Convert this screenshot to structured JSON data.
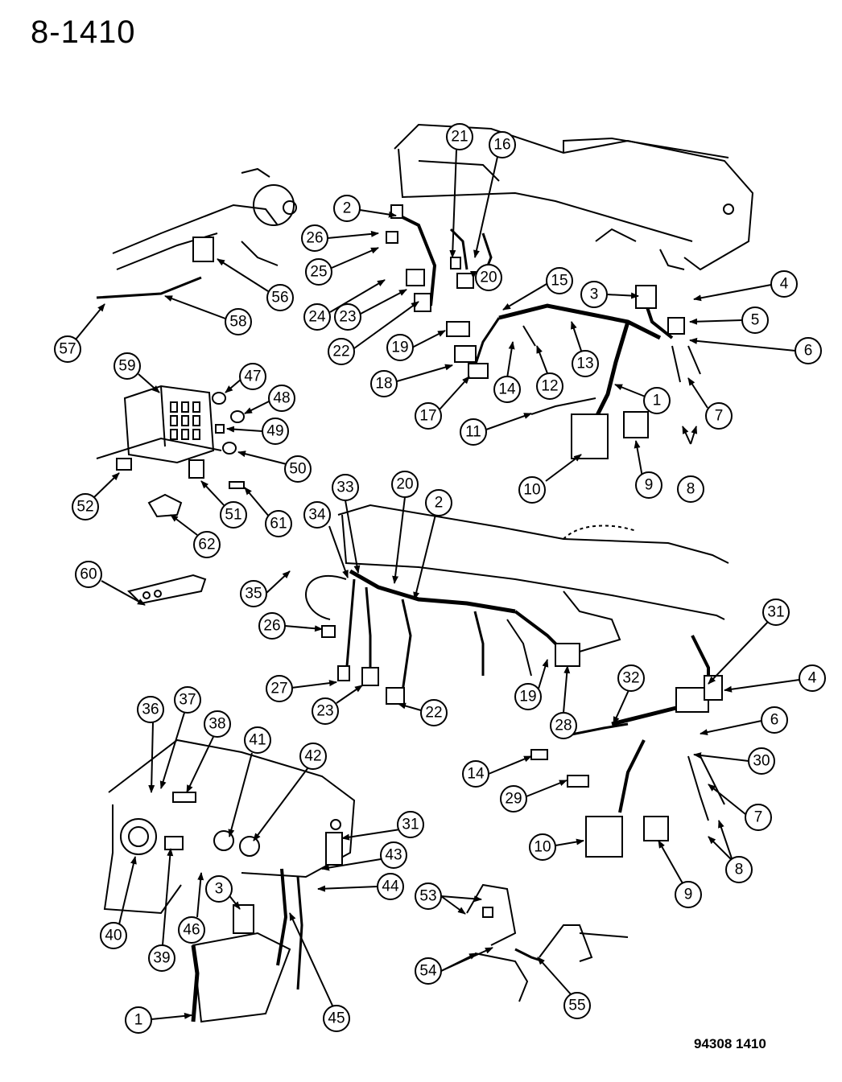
{
  "header": {
    "page_number": "8-1410"
  },
  "footer": {
    "figure_code": "94308  1410"
  },
  "callouts": [
    "1",
    "2",
    "3",
    "4",
    "5",
    "6",
    "7",
    "8",
    "9",
    "10",
    "11",
    "12",
    "13",
    "14",
    "15",
    "16",
    "17",
    "18",
    "19",
    "20",
    "21",
    "22",
    "23",
    "24",
    "25",
    "26",
    "27",
    "28",
    "29",
    "30",
    "31",
    "32",
    "33",
    "34",
    "35",
    "36",
    "37",
    "38",
    "39",
    "40",
    "41",
    "42",
    "43",
    "44",
    "45",
    "46",
    "47",
    "48",
    "49",
    "50",
    "51",
    "52",
    "53",
    "54",
    "55",
    "56",
    "57",
    "58",
    "59",
    "60",
    "61",
    "62"
  ]
}
